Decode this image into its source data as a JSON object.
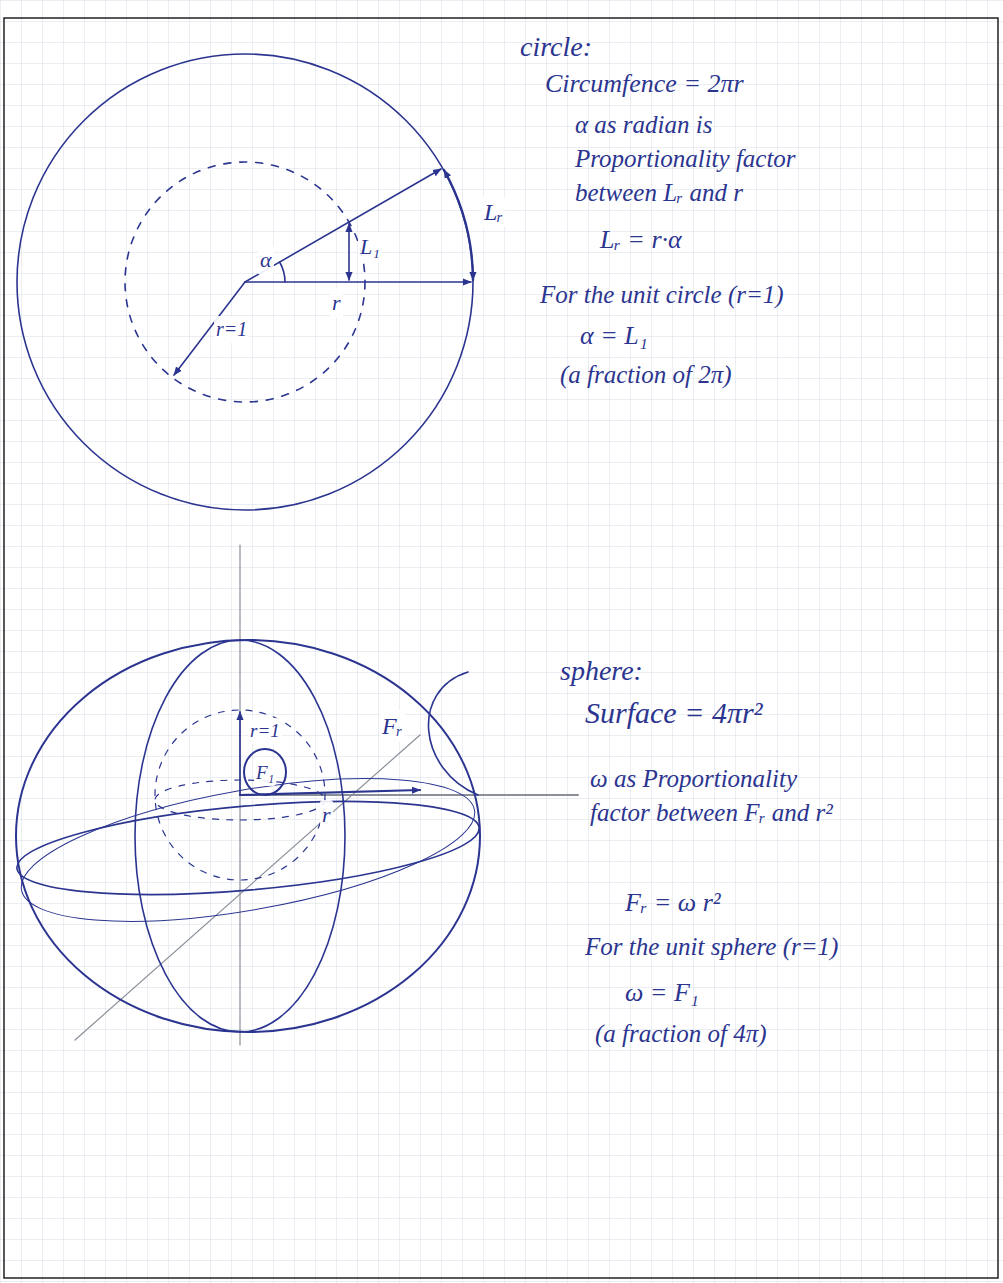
{
  "diagram": {
    "labels": [
      "circle:",
      "Circumfence = 2πr",
      "α as radian is Proportionality factor between Lᵣ and r",
      "Lᵣ = r·α",
      "For the unit circle (r=1)",
      "α = L₁",
      "(a fraction of 2π)",
      "α",
      "L₁",
      "Lᵣ",
      "r",
      "r=1",
      "sphere:",
      "Surface = 4πr²",
      "ω as Proportionality factor between Fᵣ and r²",
      "Fᵣ = ω r²",
      "For the unit sphere (r=1)",
      "ω = F₁",
      "(a fraction of 4π)",
      "r=1",
      "F₁",
      "Fᵣ",
      "r"
    ]
  }
}
